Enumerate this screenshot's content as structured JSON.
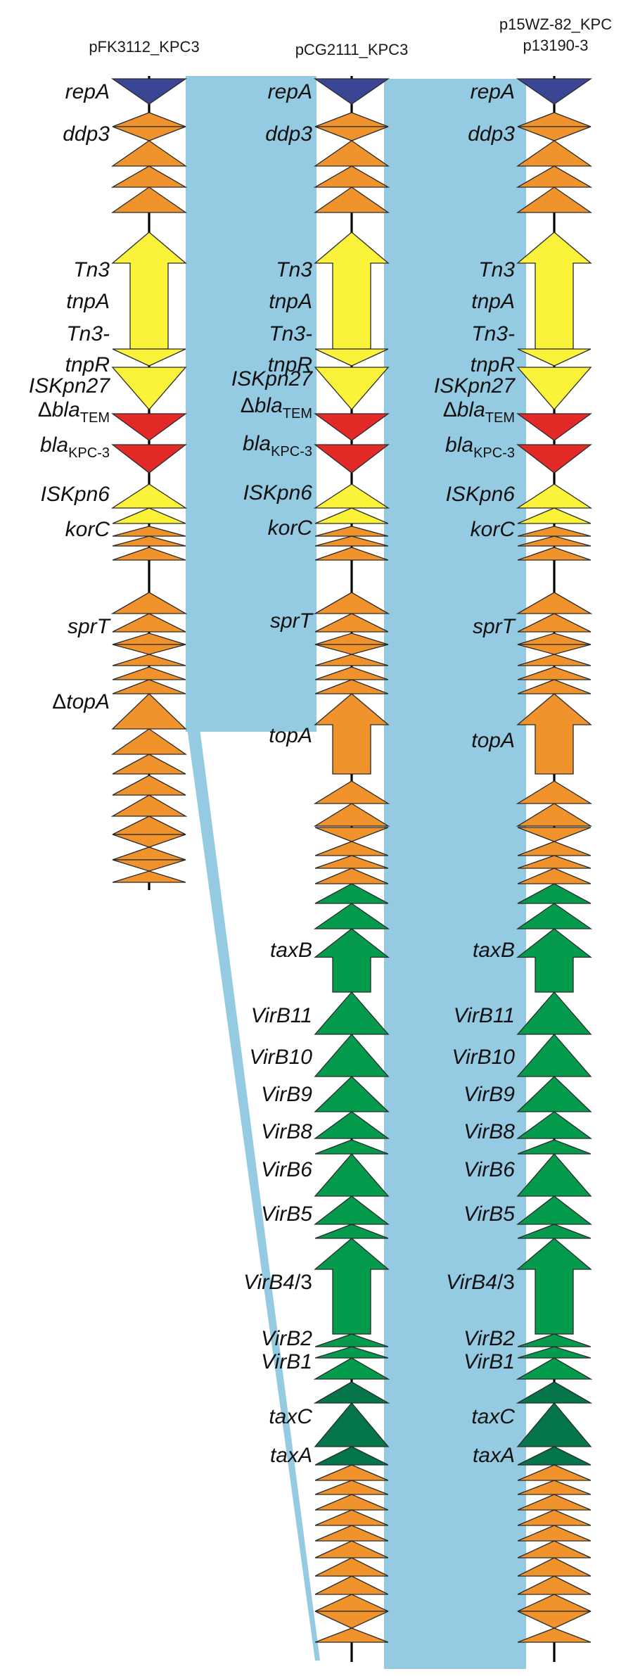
{
  "colors": {
    "band": "#94cbe2",
    "orange": "#f0932c",
    "yellow": "#fbf23a",
    "red": "#e32a26",
    "navy": "#3a4594",
    "green": "#049b4d",
    "dark_green": "#05754a",
    "backbone": "#000000",
    "text": "#111111"
  },
  "plasmids": [
    {
      "name": "pFK3112_KPC3",
      "labels": [
        {
          "id": "repA",
          "t": "repA"
        },
        {
          "id": "ddp3",
          "t": "ddp3"
        },
        {
          "id": "tn3",
          "t": "Tn3"
        },
        {
          "id": "tnpa",
          "t": "tnpA"
        },
        {
          "id": "tn3dash",
          "t": "Tn3-"
        },
        {
          "id": "tnpr",
          "t": "tnpR"
        },
        {
          "id": "iskpn27",
          "t": "ISKpn27"
        },
        {
          "id": "blatem",
          "main": "bla",
          "sub": "TEM",
          "delta": "Δ"
        },
        {
          "id": "blakpc",
          "main": "bla",
          "sub": "KPC-3"
        },
        {
          "id": "iskpn6",
          "t": "ISKpn6"
        },
        {
          "id": "korc",
          "t": "korC"
        },
        {
          "id": "sprt",
          "t": "sprT"
        },
        {
          "id": "topa",
          "t": "topA",
          "delta": "Δ"
        }
      ]
    },
    {
      "name": "pCG2111_KPC3",
      "labels": [
        {
          "id": "repA",
          "t": "repA"
        },
        {
          "id": "ddp3",
          "t": "ddp3"
        },
        {
          "id": "tn3",
          "t": "Tn3"
        },
        {
          "id": "tnpa",
          "t": "tnpA"
        },
        {
          "id": "tn3dash",
          "t": "Tn3-"
        },
        {
          "id": "tnpr",
          "t": "tnpR"
        },
        {
          "id": "iskpn27",
          "t": "ISKpn27"
        },
        {
          "id": "blatem",
          "main": "bla",
          "sub": "TEM",
          "delta": "Δ"
        },
        {
          "id": "blakpc",
          "main": "bla",
          "sub": "KPC-3"
        },
        {
          "id": "iskpn6",
          "t": "ISKpn6"
        },
        {
          "id": "korc",
          "t": "korC"
        },
        {
          "id": "sprt",
          "t": "sprT"
        },
        {
          "id": "topa",
          "t": "topA"
        },
        {
          "id": "taxb",
          "t": "taxB"
        },
        {
          "id": "virb11",
          "t": "VirB11"
        },
        {
          "id": "virb10",
          "t": "VirB10"
        },
        {
          "id": "virb9",
          "t": "VirB9"
        },
        {
          "id": "virb8",
          "t": "VirB8"
        },
        {
          "id": "virb6",
          "t": "VirB6"
        },
        {
          "id": "virb5",
          "t": "VirB5"
        },
        {
          "id": "virb43",
          "t": "VirB4",
          "tail": "/3"
        },
        {
          "id": "virb2",
          "t": "VirB2"
        },
        {
          "id": "virb1",
          "t": "VirB1"
        },
        {
          "id": "taxc",
          "t": "taxC"
        },
        {
          "id": "taxa",
          "t": "taxA"
        }
      ]
    },
    {
      "name": "p15WZ-82_KPC",
      "name2": "p13190-3",
      "labels": [
        {
          "id": "repA",
          "t": "repA"
        },
        {
          "id": "ddp3",
          "t": "ddp3"
        },
        {
          "id": "tn3",
          "t": "Tn3"
        },
        {
          "id": "tnpa",
          "t": "tnpA"
        },
        {
          "id": "tn3dash",
          "t": "Tn3-"
        },
        {
          "id": "tnpr",
          "t": "tnpR"
        },
        {
          "id": "iskpn27",
          "t": "ISKpn27"
        },
        {
          "id": "blatem",
          "main": "bla",
          "sub": "TEM",
          "delta": "Δ"
        },
        {
          "id": "blakpc",
          "main": "bla",
          "sub": "KPC-3"
        },
        {
          "id": "iskpn6",
          "t": "ISKpn6"
        },
        {
          "id": "korc",
          "t": "korC"
        },
        {
          "id": "sprt",
          "t": "sprT"
        },
        {
          "id": "topa",
          "t": "topA"
        },
        {
          "id": "taxb",
          "t": "taxB"
        },
        {
          "id": "virb11",
          "t": "VirB11"
        },
        {
          "id": "virb10",
          "t": "VirB10"
        },
        {
          "id": "virb9",
          "t": "VirB9"
        },
        {
          "id": "virb8",
          "t": "VirB8"
        },
        {
          "id": "virb6",
          "t": "VirB6"
        },
        {
          "id": "virb5",
          "t": "VirB5"
        },
        {
          "id": "virb43",
          "t": "VirB4",
          "tail": "/3"
        },
        {
          "id": "virb2",
          "t": "VirB2"
        },
        {
          "id": "virb1",
          "t": "VirB1"
        },
        {
          "id": "taxc",
          "t": "taxC"
        },
        {
          "id": "taxa",
          "t": "taxA"
        }
      ]
    }
  ]
}
